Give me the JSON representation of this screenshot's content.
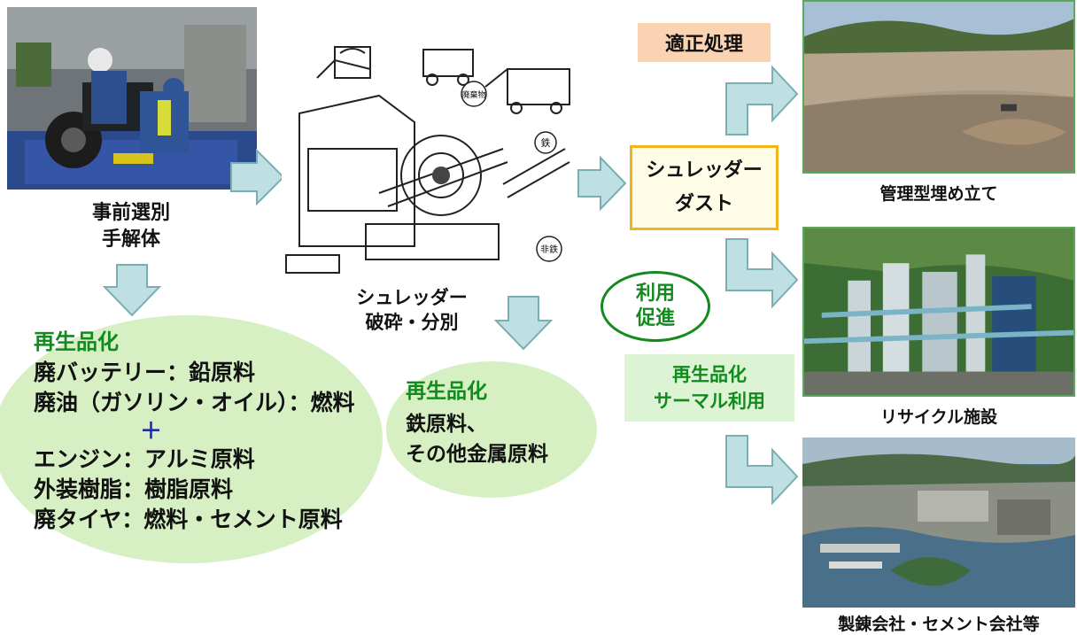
{
  "left": {
    "caption_line1": "事前選別",
    "caption_line2": "手解体",
    "recycle_title": "再生品化",
    "items": [
      "廃バッテリー：鉛原料",
      "廃油（ガソリン・オイル）：燃料",
      "＋",
      "エンジン：アルミ原料",
      "外装樹脂：樹脂原料",
      "廃タイヤ：燃料・セメント原料"
    ]
  },
  "center": {
    "caption_line1": "シュレッダー",
    "caption_line2": "破砕・分別",
    "diagram_labels": {
      "waste": "廃棄物",
      "iron": "鉄",
      "nonferrous": "非鉄"
    },
    "recycle_title": "再生品化",
    "items": [
      "鉄原料、",
      "その他金属原料"
    ]
  },
  "middle": {
    "proper_treatment": "適正処理",
    "dust_line1": "シュレッダー",
    "dust_line2": "ダスト",
    "promote_line1": "利用",
    "promote_line2": "促進",
    "recycle_line1": "再生品化",
    "recycle_line2": "サーマル利用"
  },
  "right": {
    "landfill_caption": "管理型埋め立て",
    "recycle_facility_caption": "リサイクル施設",
    "company_caption": "製錬会社・セメント会社等"
  },
  "colors": {
    "arrow_fill": "#bfe0e3",
    "arrow_stroke": "#7aaeb3",
    "ellipse": "#d6f0c4",
    "green_text": "#118a1e",
    "dust_box_border": "#f2b418",
    "dust_box_fill": "#fffce8",
    "proper_box": "#fad4b2",
    "recycle_box": "#dcf3d4"
  }
}
